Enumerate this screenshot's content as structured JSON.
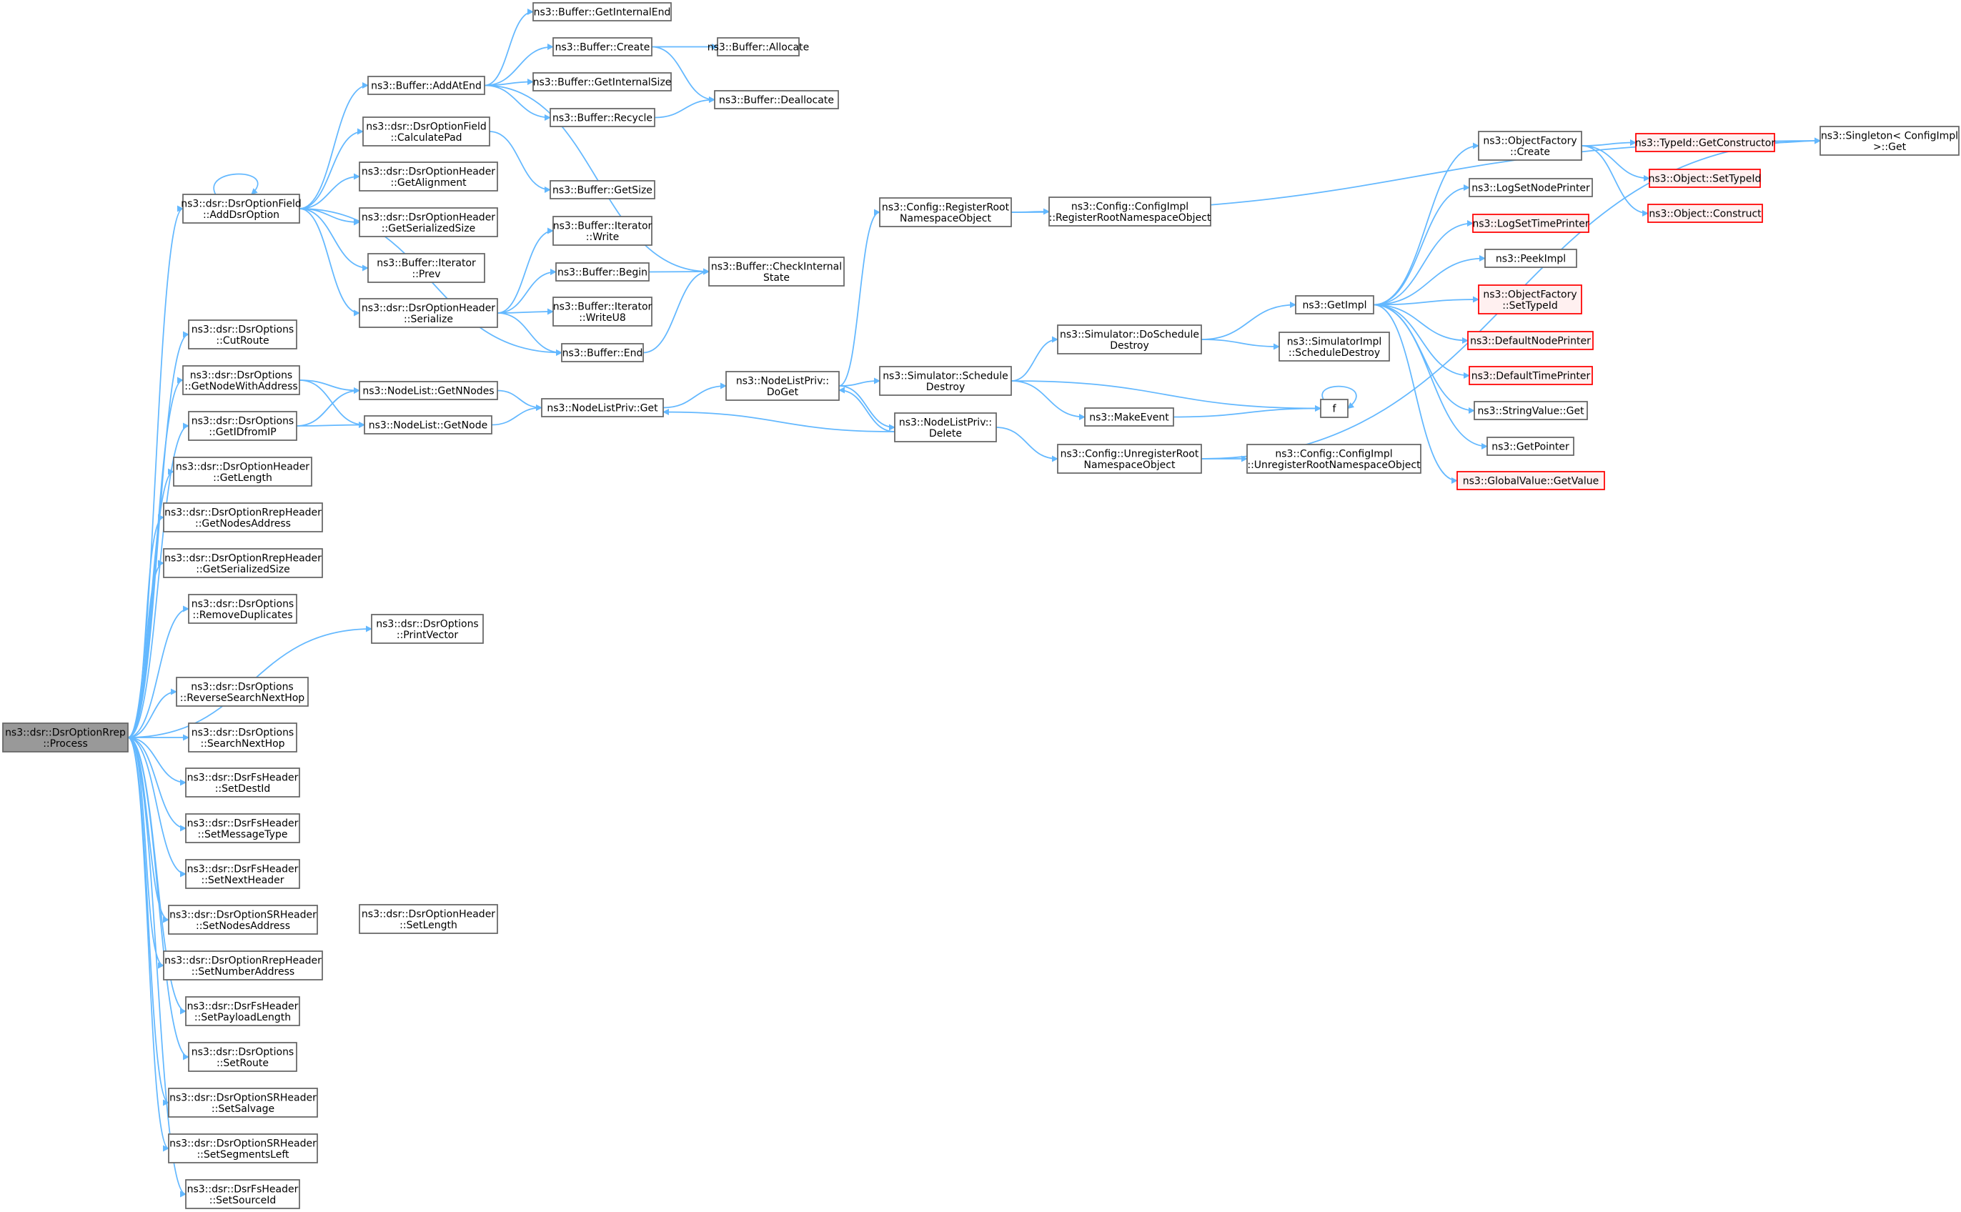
{
  "colors": {
    "edge": "#63b8ff",
    "node_border": "#666666",
    "node_fill": "#ffffff",
    "root_fill": "#999999",
    "root_border": "#666666",
    "truncated_border": "#ff0000",
    "truncated_fill": "#fff0f0"
  },
  "nodes": [
    {
      "id": "root",
      "lines": [
        "ns3::dsr::DsrOptionRrep",
        "::Process"
      ],
      "style": "root"
    },
    {
      "id": "addDsrOption",
      "lines": [
        "ns3::dsr::DsrOptionField",
        "::AddDsrOption"
      ]
    },
    {
      "id": "cutRoute",
      "lines": [
        "ns3::dsr::DsrOptions",
        "::CutRoute"
      ]
    },
    {
      "id": "getNodeWithAddress",
      "lines": [
        "ns3::dsr::DsrOptions",
        "::GetNodeWithAddress"
      ]
    },
    {
      "id": "getIDfromIP",
      "lines": [
        "ns3::dsr::DsrOptions",
        "::GetIDfromIP"
      ]
    },
    {
      "id": "hdrGetLength",
      "lines": [
        "ns3::dsr::DsrOptionHeader",
        "::GetLength"
      ]
    },
    {
      "id": "rrepGetNodesAddress",
      "lines": [
        "ns3::dsr::DsrOptionRrepHeader",
        "::GetNodesAddress"
      ]
    },
    {
      "id": "rrepGetSerializedSize",
      "lines": [
        "ns3::dsr::DsrOptionRrepHeader",
        "::GetSerializedSize"
      ]
    },
    {
      "id": "removeDuplicates",
      "lines": [
        "ns3::dsr::DsrOptions",
        "::RemoveDuplicates"
      ]
    },
    {
      "id": "reverseSearchNextHop",
      "lines": [
        "ns3::dsr::DsrOptions",
        "::ReverseSearchNextHop"
      ]
    },
    {
      "id": "searchNextHop",
      "lines": [
        "ns3::dsr::DsrOptions",
        "::SearchNextHop"
      ]
    },
    {
      "id": "setDestId",
      "lines": [
        "ns3::dsr::DsrFsHeader",
        "::SetDestId"
      ]
    },
    {
      "id": "setMessageType",
      "lines": [
        "ns3::dsr::DsrFsHeader",
        "::SetMessageType"
      ]
    },
    {
      "id": "setNextHeader",
      "lines": [
        "ns3::dsr::DsrFsHeader",
        "::SetNextHeader"
      ]
    },
    {
      "id": "srSetNodesAddress",
      "lines": [
        "ns3::dsr::DsrOptionSRHeader",
        "::SetNodesAddress"
      ]
    },
    {
      "id": "rrepSetNumberAddress",
      "lines": [
        "ns3::dsr::DsrOptionRrepHeader",
        "::SetNumberAddress"
      ]
    },
    {
      "id": "setPayloadLength",
      "lines": [
        "ns3::dsr::DsrFsHeader",
        "::SetPayloadLength"
      ]
    },
    {
      "id": "setRoute",
      "lines": [
        "ns3::dsr::DsrOptions",
        "::SetRoute"
      ]
    },
    {
      "id": "setSalvage",
      "lines": [
        "ns3::dsr::DsrOptionSRHeader",
        "::SetSalvage"
      ]
    },
    {
      "id": "setSegmentsLeft",
      "lines": [
        "ns3::dsr::DsrOptionSRHeader",
        "::SetSegmentsLeft"
      ]
    },
    {
      "id": "setSourceId",
      "lines": [
        "ns3::dsr::DsrFsHeader",
        "::SetSourceId"
      ]
    },
    {
      "id": "bufAddAtEnd",
      "lines": [
        "ns3::Buffer::AddAtEnd"
      ]
    },
    {
      "id": "calculatePad",
      "lines": [
        "ns3::dsr::DsrOptionField",
        "::CalculatePad"
      ]
    },
    {
      "id": "getAlignment",
      "lines": [
        "ns3::dsr::DsrOptionHeader",
        "::GetAlignment"
      ]
    },
    {
      "id": "hdrGetSerializedSize",
      "lines": [
        "ns3::dsr::DsrOptionHeader",
        "::GetSerializedSize"
      ]
    },
    {
      "id": "iterPrev",
      "lines": [
        "ns3::Buffer::Iterator",
        "::Prev"
      ]
    },
    {
      "id": "hdrSerialize",
      "lines": [
        "ns3::dsr::DsrOptionHeader",
        "::Serialize"
      ]
    },
    {
      "id": "nlGetNNodes",
      "lines": [
        "ns3::NodeList::GetNNodes"
      ]
    },
    {
      "id": "nlGetNode",
      "lines": [
        "ns3::NodeList::GetNode"
      ]
    },
    {
      "id": "printVector",
      "lines": [
        "ns3::dsr::DsrOptions",
        "::PrintVector"
      ]
    },
    {
      "id": "hdrSetLength",
      "lines": [
        "ns3::dsr::DsrOptionHeader",
        "::SetLength"
      ]
    },
    {
      "id": "bufGetInternalEnd",
      "lines": [
        "ns3::Buffer::GetInternalEnd"
      ]
    },
    {
      "id": "bufCreate",
      "lines": [
        "ns3::Buffer::Create"
      ]
    },
    {
      "id": "bufGetInternalSize",
      "lines": [
        "ns3::Buffer::GetInternalSize"
      ]
    },
    {
      "id": "bufRecycle",
      "lines": [
        "ns3::Buffer::Recycle"
      ]
    },
    {
      "id": "bufGetSize",
      "lines": [
        "ns3::Buffer::GetSize"
      ]
    },
    {
      "id": "iterWrite",
      "lines": [
        "ns3::Buffer::Iterator",
        "::Write"
      ]
    },
    {
      "id": "bufBegin",
      "lines": [
        "ns3::Buffer::Begin"
      ]
    },
    {
      "id": "iterWriteU8",
      "lines": [
        "ns3::Buffer::Iterator",
        "::WriteU8"
      ]
    },
    {
      "id": "bufEnd",
      "lines": [
        "ns3::Buffer::End"
      ]
    },
    {
      "id": "nlpGet",
      "lines": [
        "ns3::NodeListPriv::Get"
      ]
    },
    {
      "id": "bufAllocate",
      "lines": [
        "ns3::Buffer::Allocate"
      ]
    },
    {
      "id": "bufDeallocate",
      "lines": [
        "ns3::Buffer::Deallocate"
      ]
    },
    {
      "id": "bufCheckInternalState",
      "lines": [
        "ns3::Buffer::CheckInternal",
        "State"
      ]
    },
    {
      "id": "nlpDoGet",
      "lines": [
        "ns3::NodeListPriv::",
        "DoGet"
      ]
    },
    {
      "id": "cfgRegisterRoot",
      "lines": [
        "ns3::Config::RegisterRoot",
        "NamespaceObject"
      ]
    },
    {
      "id": "simScheduleDestroy",
      "lines": [
        "ns3::Simulator::Schedule",
        "Destroy"
      ]
    },
    {
      "id": "nlpDelete",
      "lines": [
        "ns3::NodeListPriv::",
        "Delete"
      ]
    },
    {
      "id": "cfgImplRegister",
      "lines": [
        "ns3::Config::ConfigImpl",
        "::RegisterRootNamespaceObject"
      ]
    },
    {
      "id": "simDoScheduleDestroy",
      "lines": [
        "ns3::Simulator::DoSchedule",
        "Destroy"
      ]
    },
    {
      "id": "makeEvent",
      "lines": [
        "ns3::MakeEvent"
      ]
    },
    {
      "id": "cfgUnregisterRoot",
      "lines": [
        "ns3::Config::UnregisterRoot",
        "NamespaceObject"
      ]
    },
    {
      "id": "cfgImplUnregister",
      "lines": [
        "ns3::Config::ConfigImpl",
        "::UnregisterRootNamespaceObject"
      ]
    },
    {
      "id": "simImplScheduleDestroy",
      "lines": [
        "ns3::SimulatorImpl",
        "::ScheduleDestroy"
      ]
    },
    {
      "id": "getImpl",
      "lines": [
        "ns3::GetImpl"
      ]
    },
    {
      "id": "f",
      "lines": [
        "f"
      ]
    },
    {
      "id": "objFactoryCreate",
      "lines": [
        "ns3::ObjectFactory",
        "::Create"
      ]
    },
    {
      "id": "logSetNodePrinter",
      "lines": [
        "ns3::LogSetNodePrinter"
      ]
    },
    {
      "id": "logSetTimePrinter",
      "lines": [
        "ns3::LogSetTimePrinter"
      ],
      "style": "truncated"
    },
    {
      "id": "peekImpl",
      "lines": [
        "ns3::PeekImpl"
      ]
    },
    {
      "id": "objFactorySetTypeId",
      "lines": [
        "ns3::ObjectFactory",
        "::SetTypeId"
      ],
      "style": "truncated"
    },
    {
      "id": "defaultNodePrinter",
      "lines": [
        "ns3::DefaultNodePrinter"
      ],
      "style": "truncated"
    },
    {
      "id": "defaultTimePrinter",
      "lines": [
        "ns3::DefaultTimePrinter"
      ],
      "style": "truncated"
    },
    {
      "id": "stringValueGet",
      "lines": [
        "ns3::StringValue::Get"
      ]
    },
    {
      "id": "getPointer",
      "lines": [
        "ns3::GetPointer"
      ]
    },
    {
      "id": "globalValueGetValue",
      "lines": [
        "ns3::GlobalValue::GetValue"
      ],
      "style": "truncated"
    },
    {
      "id": "typeIdGetConstructor",
      "lines": [
        "ns3::TypeId::GetConstructor"
      ],
      "style": "truncated"
    },
    {
      "id": "objectSetTypeId",
      "lines": [
        "ns3::Object::SetTypeId"
      ],
      "style": "truncated"
    },
    {
      "id": "objectConstruct",
      "lines": [
        "ns3::Object::Construct"
      ],
      "style": "truncated"
    },
    {
      "id": "singletonGet",
      "lines": [
        "ns3::Singleton< ConfigImpl",
        " >::Get"
      ]
    }
  ],
  "edges": [
    [
      "root",
      "addDsrOption"
    ],
    [
      "root",
      "cutRoute"
    ],
    [
      "root",
      "getNodeWithAddress"
    ],
    [
      "root",
      "getIDfromIP"
    ],
    [
      "root",
      "hdrGetLength"
    ],
    [
      "root",
      "rrepGetNodesAddress"
    ],
    [
      "root",
      "rrepGetSerializedSize"
    ],
    [
      "root",
      "removeDuplicates"
    ],
    [
      "root",
      "printVector"
    ],
    [
      "root",
      "reverseSearchNextHop"
    ],
    [
      "root",
      "searchNextHop"
    ],
    [
      "root",
      "setDestId"
    ],
    [
      "root",
      "setMessageType"
    ],
    [
      "root",
      "setNextHeader"
    ],
    [
      "root",
      "srSetNodesAddress"
    ],
    [
      "root",
      "rrepSetNumberAddress"
    ],
    [
      "root",
      "setPayloadLength"
    ],
    [
      "root",
      "setRoute"
    ],
    [
      "root",
      "setSalvage"
    ],
    [
      "root",
      "setSegmentsLeft"
    ],
    [
      "root",
      "setSourceId"
    ],
    [
      "addDsrOption",
      "addDsrOption"
    ],
    [
      "addDsrOption",
      "bufAddAtEnd"
    ],
    [
      "addDsrOption",
      "calculatePad"
    ],
    [
      "addDsrOption",
      "getAlignment"
    ],
    [
      "addDsrOption",
      "hdrGetSerializedSize"
    ],
    [
      "addDsrOption",
      "iterPrev"
    ],
    [
      "addDsrOption",
      "hdrSerialize"
    ],
    [
      "addDsrOption",
      "bufEnd"
    ],
    [
      "bufAddAtEnd",
      "bufGetInternalEnd"
    ],
    [
      "bufAddAtEnd",
      "bufCreate"
    ],
    [
      "bufAddAtEnd",
      "bufGetInternalSize"
    ],
    [
      "bufAddAtEnd",
      "bufRecycle"
    ],
    [
      "bufAddAtEnd",
      "bufCheckInternalState"
    ],
    [
      "bufCreate",
      "bufAllocate"
    ],
    [
      "bufCreate",
      "bufDeallocate"
    ],
    [
      "bufRecycle",
      "bufDeallocate"
    ],
    [
      "calculatePad",
      "bufGetSize"
    ],
    [
      "hdrSerialize",
      "iterWrite"
    ],
    [
      "hdrSerialize",
      "bufBegin"
    ],
    [
      "hdrSerialize",
      "iterWriteU8"
    ],
    [
      "hdrSerialize",
      "bufEnd"
    ],
    [
      "bufBegin",
      "bufCheckInternalState"
    ],
    [
      "bufEnd",
      "bufCheckInternalState"
    ],
    [
      "getNodeWithAddress",
      "nlGetNNodes"
    ],
    [
      "getNodeWithAddress",
      "nlGetNode"
    ],
    [
      "getIDfromIP",
      "nlGetNNodes"
    ],
    [
      "getIDfromIP",
      "nlGetNode"
    ],
    [
      "nlGetNNodes",
      "nlpGet"
    ],
    [
      "nlGetNode",
      "nlpGet"
    ],
    [
      "nlpGet",
      "nlpDoGet"
    ],
    [
      "nlpDoGet",
      "cfgRegisterRoot"
    ],
    [
      "nlpDoGet",
      "simScheduleDestroy"
    ],
    [
      "nlpDoGet",
      "nlpDelete"
    ],
    [
      "nlpDelete",
      "nlpDoGet"
    ],
    [
      "nlpDelete",
      "nlpGet"
    ],
    [
      "nlpDelete",
      "cfgUnregisterRoot"
    ],
    [
      "cfgRegisterRoot",
      "cfgImplRegister"
    ],
    [
      "cfgRegisterRoot",
      "singletonGet"
    ],
    [
      "simScheduleDestroy",
      "simDoScheduleDestroy"
    ],
    [
      "simScheduleDestroy",
      "makeEvent"
    ],
    [
      "simScheduleDestroy",
      "f"
    ],
    [
      "makeEvent",
      "f"
    ],
    [
      "f",
      "f"
    ],
    [
      "simDoScheduleDestroy",
      "getImpl"
    ],
    [
      "simDoScheduleDestroy",
      "simImplScheduleDestroy"
    ],
    [
      "cfgUnregisterRoot",
      "cfgImplUnregister"
    ],
    [
      "cfgUnregisterRoot",
      "singletonGet"
    ],
    [
      "getImpl",
      "objFactoryCreate"
    ],
    [
      "getImpl",
      "logSetNodePrinter"
    ],
    [
      "getImpl",
      "logSetTimePrinter"
    ],
    [
      "getImpl",
      "peekImpl"
    ],
    [
      "getImpl",
      "objFactorySetTypeId"
    ],
    [
      "getImpl",
      "defaultNodePrinter"
    ],
    [
      "getImpl",
      "defaultTimePrinter"
    ],
    [
      "getImpl",
      "stringValueGet"
    ],
    [
      "getImpl",
      "getPointer"
    ],
    [
      "getImpl",
      "globalValueGetValue"
    ],
    [
      "objFactoryCreate",
      "typeIdGetConstructor"
    ],
    [
      "objFactoryCreate",
      "objectSetTypeId"
    ],
    [
      "objFactoryCreate",
      "objectConstruct"
    ],
    [
      "typeIdGetConstructor",
      "singletonGet"
    ]
  ]
}
